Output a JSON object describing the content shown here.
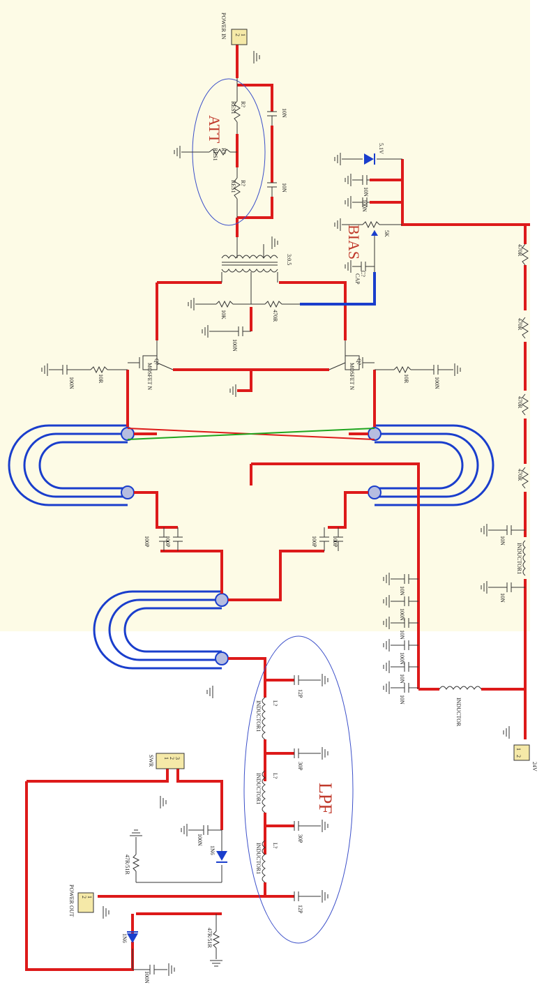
{
  "colors": {
    "canvas": "#fdfbe6",
    "wire": "#dd1a1a",
    "bias_wire": "#1a3ecc",
    "crossover": "#1ea51e",
    "transmission_line": "#1a3ecc",
    "pad": "#b6bde0",
    "component": "#333333",
    "connector": "#f5e9a8",
    "ellipse": "#3b4fc9",
    "block_label": "#c0392b"
  },
  "blocks": {
    "att": "ATT",
    "bias": "BIAS",
    "lpf": "LPF"
  },
  "connectors": {
    "power_in": {
      "label": "POWER IN",
      "pins": [
        "2",
        "1"
      ]
    },
    "power_out": {
      "label": "POWER OUT",
      "pins": [
        "2",
        "1"
      ]
    },
    "supply": {
      "label": "24V",
      "pins": [
        "1",
        "2"
      ]
    },
    "swr": {
      "label": "SWR",
      "pins": [
        "3",
        "2",
        "1"
      ]
    }
  },
  "labels": {
    "res_top_name": "RES1",
    "res_top_ref": "R?",
    "res_mid_name": "RES1",
    "res_mid_ref": "R?",
    "res_bot_name": "RES1",
    "res_bot_ref": "R?",
    "att_cap1": "10N",
    "att_cap2": "10N",
    "zener": "5.1V",
    "bias_cap1": "10N",
    "bias_cap2": "100N",
    "pot": "5K",
    "cap_c": "C?",
    "cap_c_name": "CAP",
    "transformer": "3:0.5",
    "gate_r1": "10K",
    "gate_r2": "470R",
    "gate_cap": "100N",
    "q1_ref": "Q?",
    "q1_name": "MOSFET N",
    "q2_ref": "Q?",
    "q2_name": "MOSFET N",
    "q1_gate_r": "10R",
    "q1_gate_c": "100N",
    "q2_gate_r": "10R",
    "q2_gate_c": "100N",
    "r470_1": "470R",
    "r470_2": "470R",
    "r470_3": "470R",
    "r470_4": "470R",
    "feed_cap_top": "10N",
    "feed_inductor": "INDUCTOR1",
    "feed_cap_bot": "10N",
    "dec_caps": [
      "10N",
      "100N",
      "10N",
      "100N",
      "10N",
      "10N"
    ],
    "main_inductor": "INDUCTOR",
    "c_left_a": "100P",
    "c_left_b": "100P",
    "c_right_a": "100P",
    "c_right_b": "100P",
    "lpf_c1": "12P",
    "lpf_c2": "30P",
    "lpf_c3": "30P",
    "lpf_c4": "12P",
    "lpf_l1_ref": "L?",
    "lpf_l1": "INDUCTOR1",
    "lpf_l2_ref": "L?",
    "lpf_l2": "INDUCTOR1",
    "lpf_l3_ref": "L?",
    "lpf_l3": "INDUCTOR1",
    "swr_cap": "100N",
    "swr_diode1": "1N6",
    "swr_diode2": "1N6",
    "swr_res1": "47R/51R",
    "swr_res2": "47R/51R",
    "swr_cap2": "100N"
  }
}
